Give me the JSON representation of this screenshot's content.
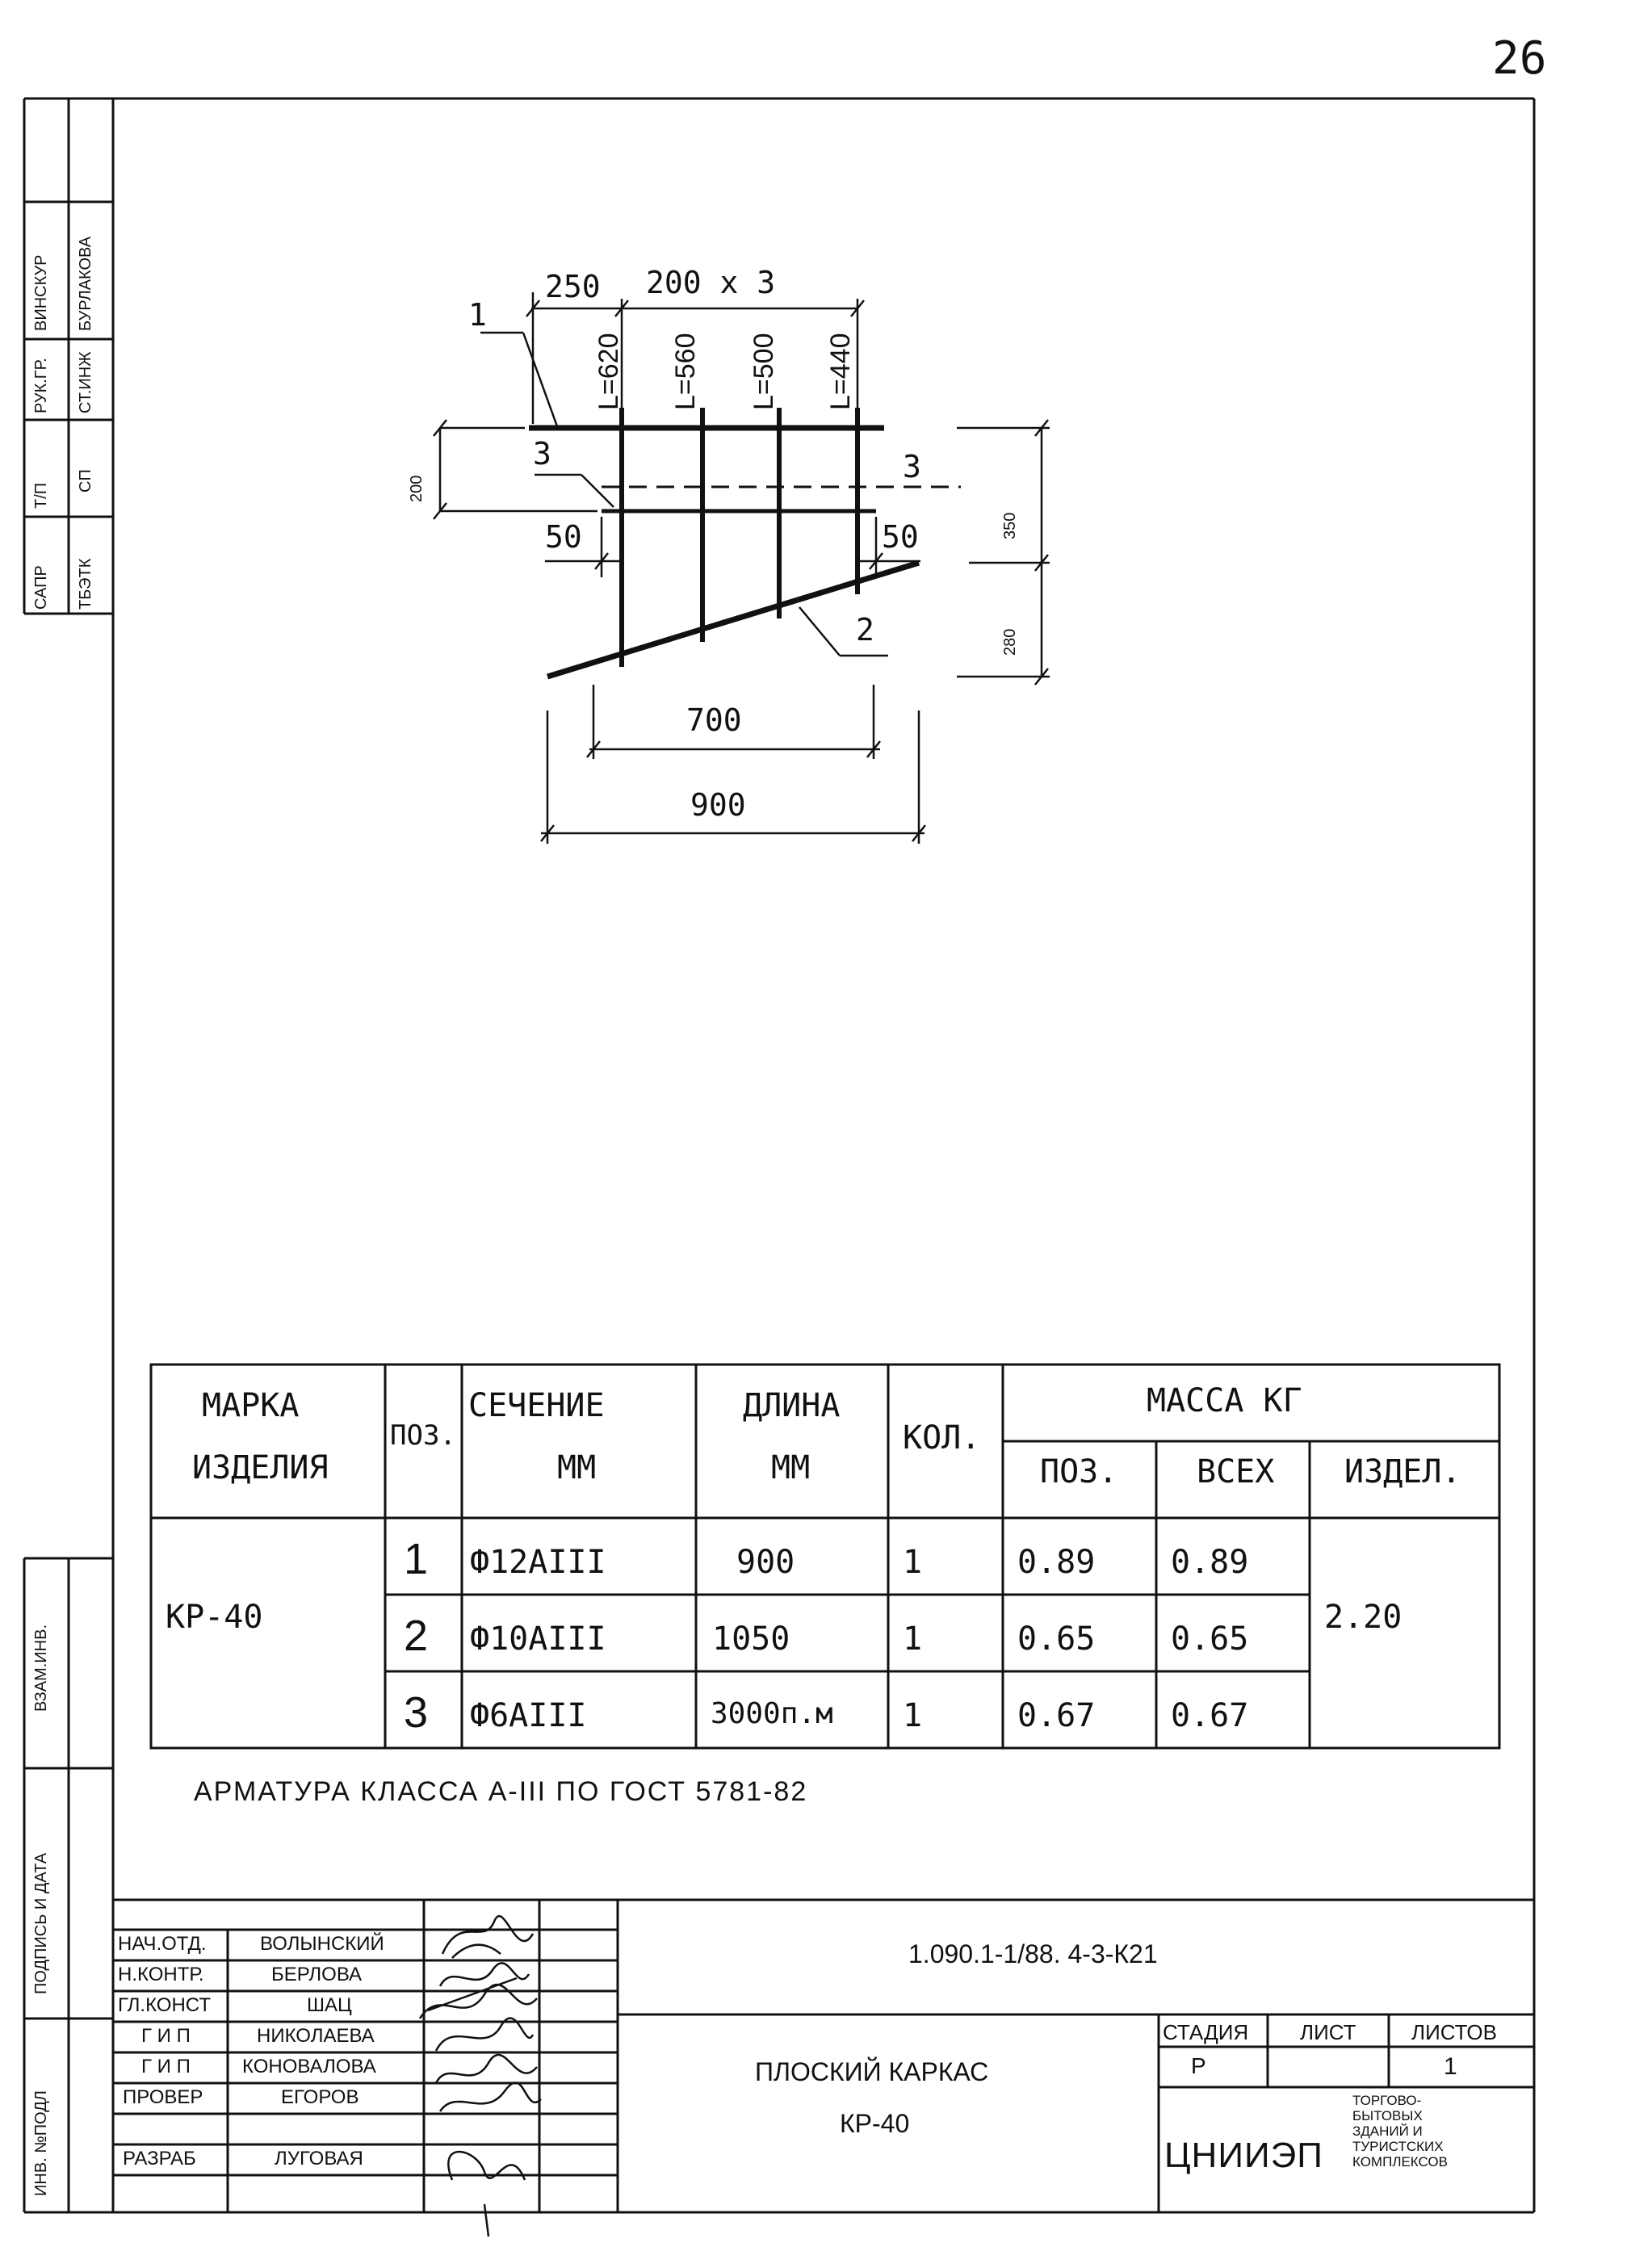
{
  "sheet_number": "26",
  "side_strip": {
    "top_block": [
      {
        "role": "САПР",
        "name": "ТБЭТК"
      },
      {
        "role": "Т/П",
        "name": "СП"
      },
      {
        "role": "РУК.ГР.",
        "name": "СТ.ИНЖ"
      },
      {
        "role": "ВИНСКУР",
        "name": "БУРЛАКОВА"
      }
    ],
    "bottom_labels": [
      "ВЗАМ.ИНВ.",
      "ПОДПИСЬ И ДАТА",
      "ИНВ. №ПОДЛ"
    ]
  },
  "drawing": {
    "pos_labels": [
      "1",
      "2",
      "3",
      "3"
    ],
    "top_dims": [
      "250",
      "200 x 3"
    ],
    "bar_lengths": [
      "L=620",
      "L=560",
      "L=500",
      "L=440"
    ],
    "left_dim": "200",
    "small_dims": [
      "50",
      "50"
    ],
    "right_dims": [
      "350",
      "280"
    ],
    "bottom_dims": [
      "700",
      "900"
    ]
  },
  "spec_table": {
    "headers": {
      "mark": [
        "МАРКА",
        "ИЗДЕЛИЯ"
      ],
      "pos": "ПОЗ.",
      "section": [
        "СЕЧЕНИЕ",
        "ММ"
      ],
      "length": [
        "ДЛИНА",
        "ММ"
      ],
      "qty": "КОЛ.",
      "mass": "МАССА КГ",
      "mass_sub": [
        "ПОЗ.",
        "ВСЕХ",
        "ИЗДЕЛ."
      ]
    },
    "mark": "КР-40",
    "rows": [
      {
        "pos": "1",
        "section": "Ф12АIII",
        "length": "900",
        "qty": "1",
        "mass_pos": "0.89",
        "mass_all": "0.89"
      },
      {
        "pos": "2",
        "section": "Ф10АIII",
        "length": "1050",
        "qty": "1",
        "mass_pos": "0.65",
        "mass_all": "0.65"
      },
      {
        "pos": "3",
        "section": "Ф6АIII",
        "length": "3000п.м",
        "qty": "1",
        "mass_pos": "0.67",
        "mass_all": "0.67"
      }
    ],
    "total": "2.20"
  },
  "note": "АРМАТУРА КЛАССА А-III ПО ГОСТ 5781-82",
  "title_block": {
    "people": [
      {
        "role": "НАЧ.ОТД.",
        "name": "ВОЛЫНСКИЙ"
      },
      {
        "role": "Н.КОНТР.",
        "name": "БЕРЛОВА"
      },
      {
        "role": "ГЛ.КОНСТ",
        "name": "ШАЦ"
      },
      {
        "role": "Г И П",
        "name": "НИКОЛАЕВА"
      },
      {
        "role": "Г И П",
        "name": "КОНОВАЛОВА"
      },
      {
        "role": "ПРОВЕР",
        "name": "ЕГОРОВ"
      },
      {
        "role": "РАЗРАБ",
        "name": "ЛУГОВАЯ"
      }
    ],
    "doc_code": "1.090.1-1/88. 4-3-К21",
    "title": [
      "ПЛОСКИЙ КАРКАС",
      "КР-40"
    ],
    "stage_label": "СТАДИЯ",
    "sheet_label": "ЛИСТ",
    "sheets_label": "ЛИСТОВ",
    "stage": "Р",
    "sheet": "1",
    "sheets": "",
    "org": "ЦНИИЭП",
    "org_desc": [
      "ТОРГОВО-",
      "БЫТОВЫХ",
      "ЗДАНИЙ И",
      "ТУРИСТСКИХ",
      "КОМПЛЕКСОВ"
    ]
  }
}
